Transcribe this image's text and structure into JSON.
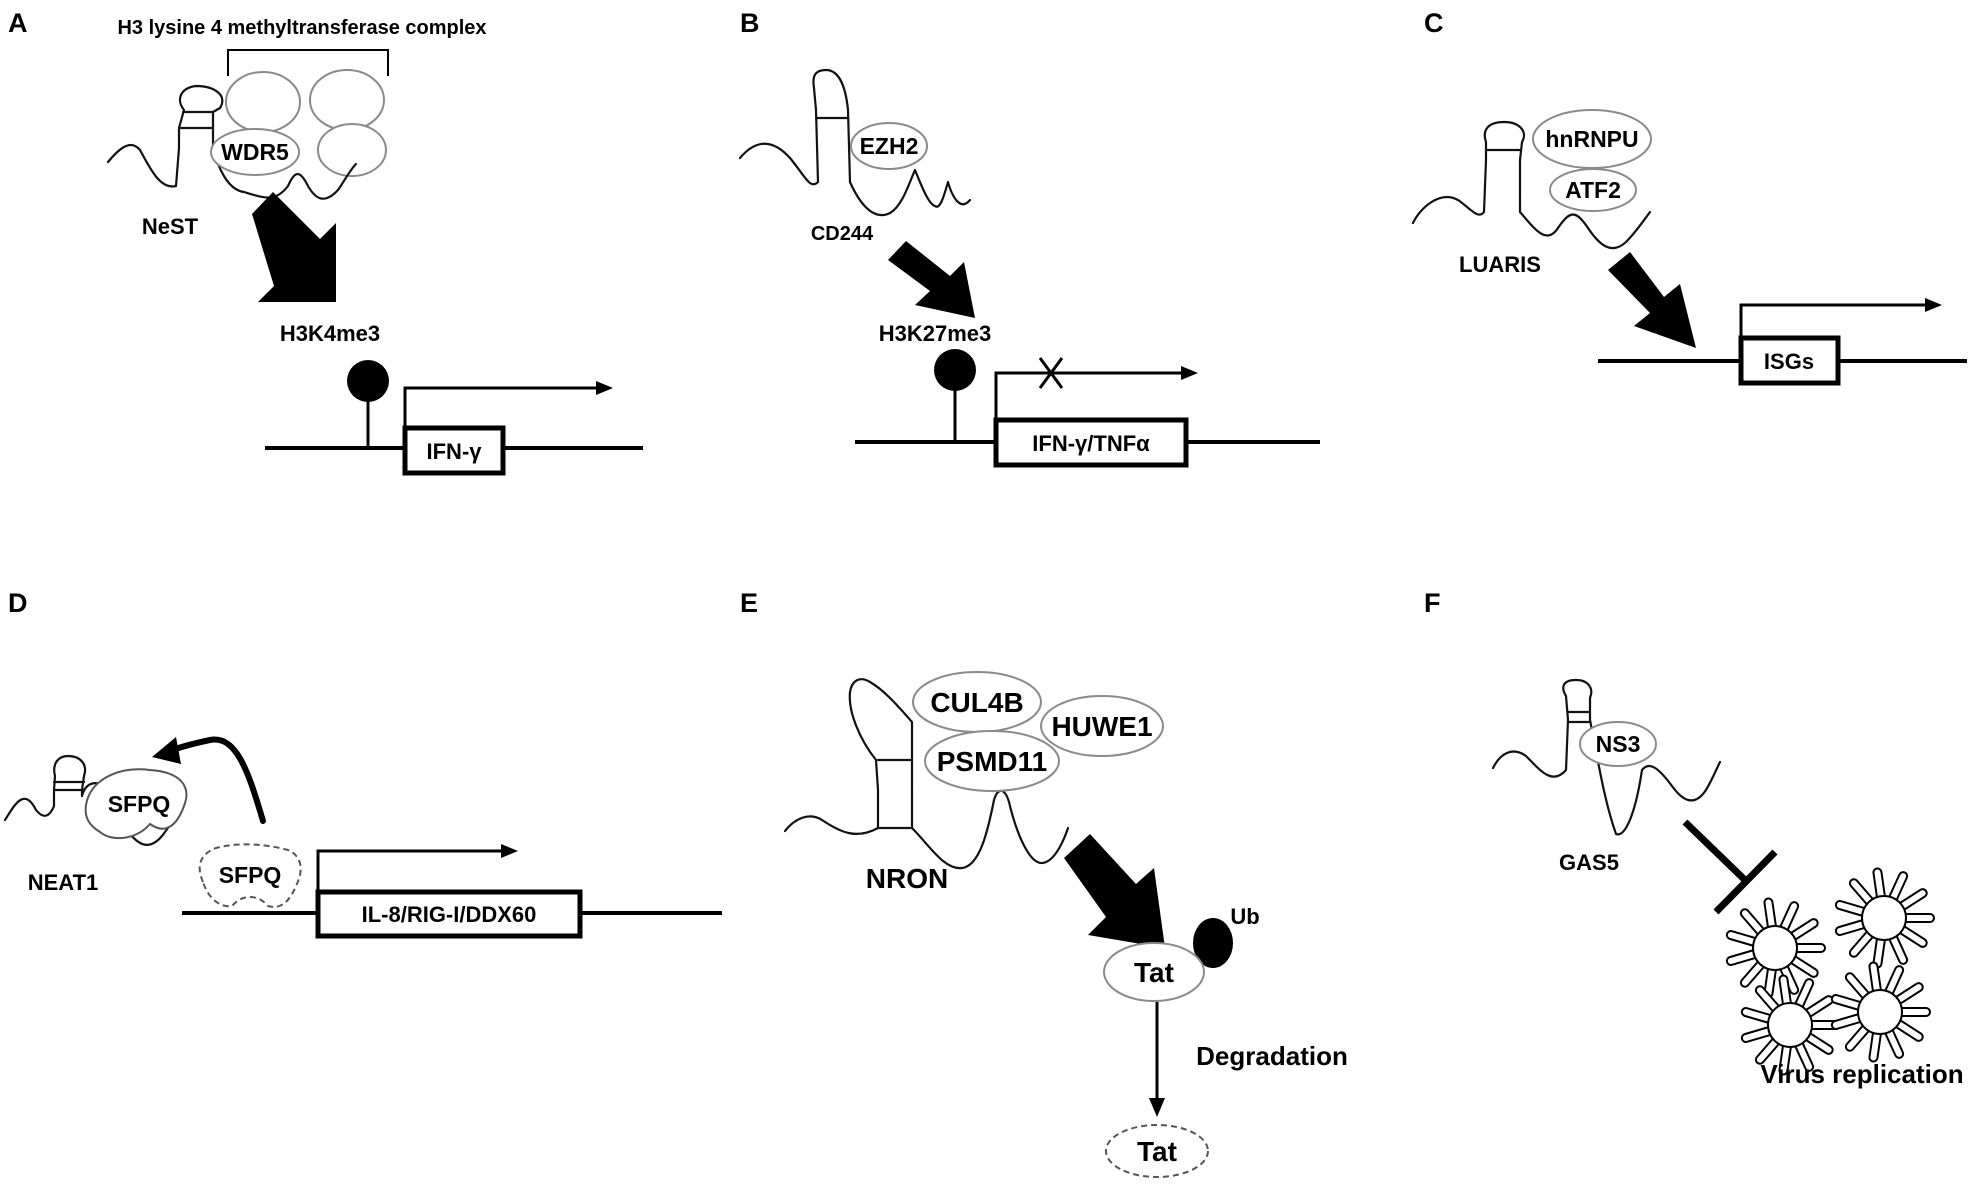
{
  "panels": {
    "A": {
      "label": "A",
      "complex_label": "H3 lysine 4 methyltransferase complex",
      "lncrna": "NeST",
      "protein": "WDR5",
      "mark": "H3K4me3",
      "gene": "IFN-γ"
    },
    "B": {
      "label": "B",
      "lncrna": "CD244",
      "protein": "EZH2",
      "mark": "H3K27me3",
      "gene": "IFN-γ/TNFα"
    },
    "C": {
      "label": "C",
      "lncrna": "LUARIS",
      "proteins": [
        "hnRNPU",
        "ATF2"
      ],
      "gene": "ISGs"
    },
    "D": {
      "label": "D",
      "lncrna": "NEAT1",
      "protein": "SFPQ",
      "released_protein": "SFPQ",
      "gene": "IL-8/RIG-I/DDX60"
    },
    "E": {
      "label": "E",
      "lncrna": "NRON",
      "proteins": [
        "CUL4B",
        "HUWE1",
        "PSMD11"
      ],
      "target": "Tat",
      "ubiquitin": "Ub",
      "process": "Degradation",
      "product": "Tat"
    },
    "F": {
      "label": "F",
      "lncrna": "GAS5",
      "protein": "NS3",
      "outcome": "Virus replication"
    }
  },
  "colors": {
    "ink": "#000000",
    "oval_outline": "#8a8a8a",
    "background": "#ffffff"
  }
}
